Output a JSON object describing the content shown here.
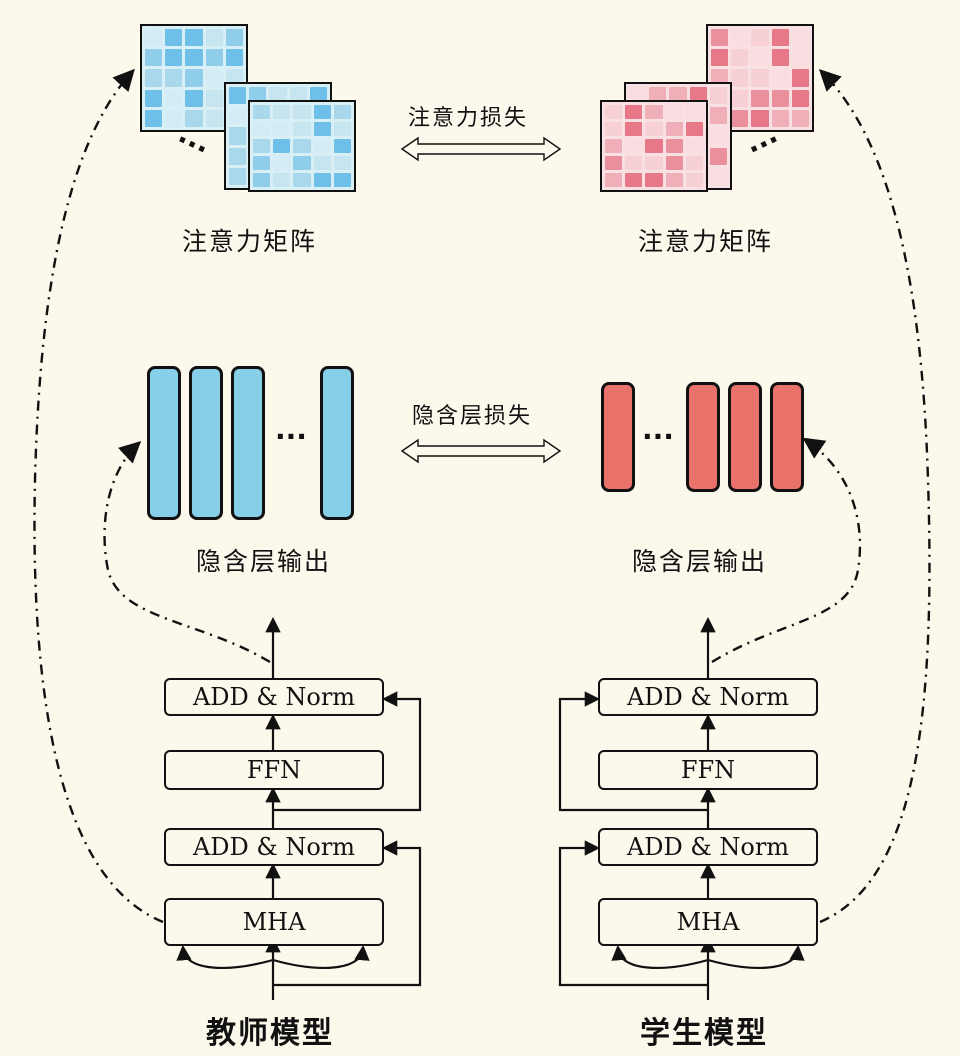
{
  "colors": {
    "background": "#fdf8ec",
    "teacher_vector": "#87cfe9",
    "student_vector": "#e9736a",
    "teacher_matrix": [
      "#c6e5f1",
      "#a9d8ec",
      "#8fcdea",
      "#d3ecf5",
      "#6fc0e8"
    ],
    "student_matrix": [
      "#f6d0d5",
      "#f0aeb8",
      "#ea8f9c",
      "#f9dde1",
      "#e77887"
    ]
  },
  "teacher": {
    "title": "教师模型",
    "attention_label": "注意力矩阵",
    "hidden_label": "隐含层输出",
    "blocks": {
      "mha": "MHA",
      "add_norm_1": "ADD & Norm",
      "ffn": "FFN",
      "add_norm_2": "ADD & Norm"
    }
  },
  "student": {
    "title": "学生模型",
    "attention_label": "注意力矩阵",
    "hidden_label": "隐含层输出",
    "blocks": {
      "mha": "MHA",
      "add_norm_1": "ADD & Norm",
      "ffn": "FFN",
      "add_norm_2": "ADD & Norm"
    }
  },
  "losses": {
    "attention": "注意力损失",
    "hidden": "隐含层损失"
  },
  "ellipsis": "···"
}
